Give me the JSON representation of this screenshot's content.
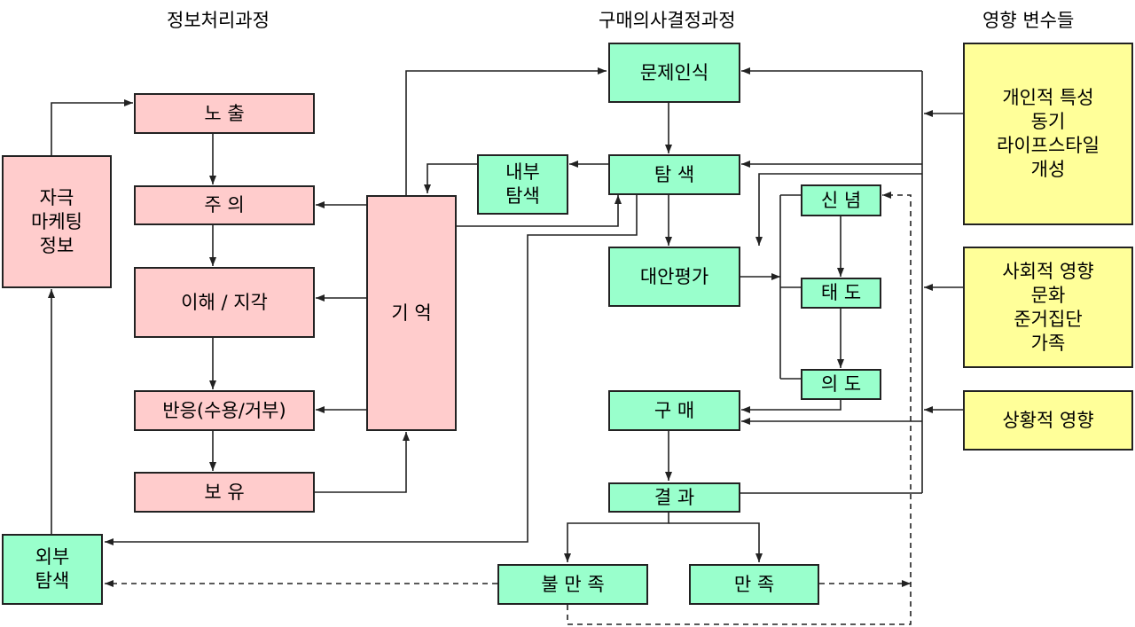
{
  "headers": {
    "info_processing": "정보처리과정",
    "decision_process": "구매의사결정과정",
    "influence_variables": "영향 변수들"
  },
  "info_boxes": {
    "stimulus": "자극\n마케팅\n정보",
    "exposure": "노  출",
    "attention": "주  의",
    "comprehension": "이해 / 지각",
    "response": "반응(수용/거부)",
    "retention": "보  유",
    "memory": "기 억"
  },
  "decision_boxes": {
    "problem_recognition": "문제인식",
    "search": "탐  색",
    "internal_search": "내부\n탐색",
    "external_search": "외부\n탐색",
    "alternative_evaluation": "대안평가",
    "belief": "신 념",
    "attitude": "태 도",
    "intention": "의 도",
    "purchase": "구  매",
    "outcome": "결 과",
    "dissatisfaction": "불 만 족",
    "satisfaction": "만  족"
  },
  "influence_boxes": {
    "individual": "개인적 특성\n동기\n라이프스타일\n개성",
    "social": "사회적 영향\n문화\n준거집단\n가족",
    "situational": "상황적 영향"
  },
  "colors": {
    "info_fill": "#ffcccc",
    "decision_fill": "#99ffcc",
    "influence_fill": "#ffff99",
    "line": "#222222"
  }
}
